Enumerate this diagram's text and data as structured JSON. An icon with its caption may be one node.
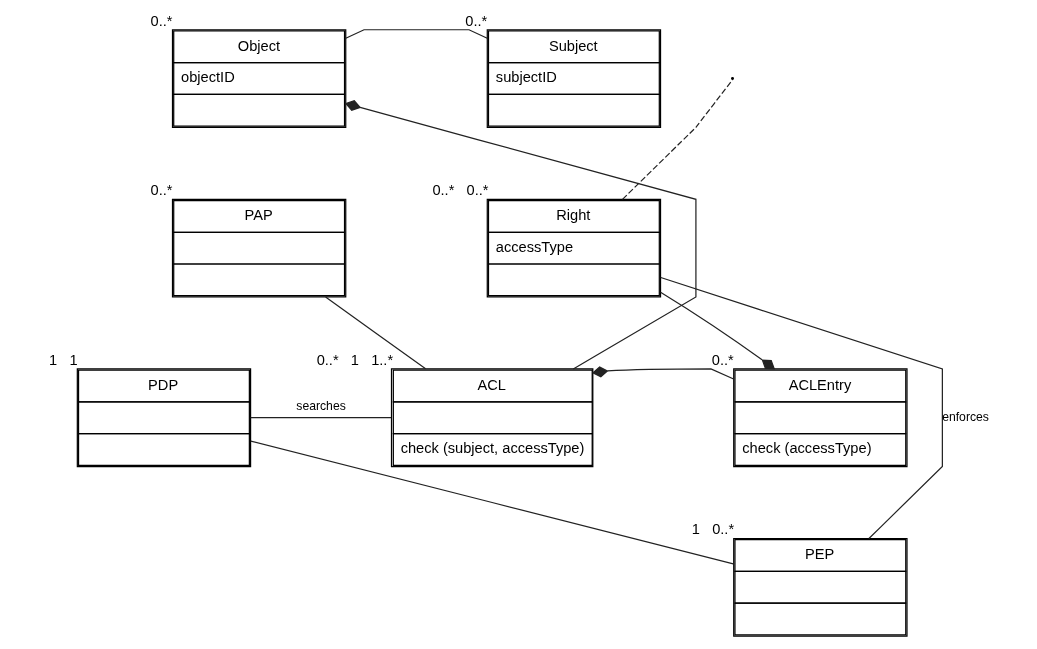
{
  "diagram": {
    "nodes": [
      {
        "text": [
          "Object",
          "objectID"
        ],
        "beside": [
          "0..*"
        ]
      },
      {
        "text": [
          "Subject",
          "subjectID"
        ],
        "beside": [
          "0..*"
        ]
      },
      {
        "text": [
          "PAP"
        ],
        "beside": [
          "0..*"
        ]
      },
      {
        "text": [
          "Right",
          "accessType"
        ],
        "beside": [
          "0..*",
          "0..*"
        ]
      },
      {
        "text": [
          "PDP"
        ],
        "beside": [
          "1",
          "1"
        ]
      },
      {
        "text": [
          "ACL",
          "check (subject, accessType)"
        ],
        "beside": [
          "0..*",
          "1",
          "1..*"
        ]
      },
      {
        "text": [
          "ACLEntry",
          "check (accessType)"
        ],
        "beside": [
          "0..*"
        ]
      },
      {
        "text": [
          "PEP"
        ],
        "beside": [
          "1",
          "0..*"
        ]
      }
    ],
    "edges": [
      {
        "from": 0,
        "to": 1,
        "arrow": "none"
      },
      {
        "from": 3,
        "to": null,
        "arrow": "none",
        "style": "dashed"
      },
      {
        "from": 5,
        "to": 0,
        "arrow": "other"
      },
      {
        "from": 2,
        "to": 5,
        "arrow": "none"
      },
      {
        "from": 4,
        "to": 5,
        "arrow": "none",
        "label": "searches"
      },
      {
        "from": 6,
        "to": 5,
        "arrow": "other"
      },
      {
        "from": 3,
        "to": 6,
        "arrow": "other"
      },
      {
        "from": 3,
        "to": 7,
        "arrow": "none",
        "label": "enforces"
      },
      {
        "from": 4,
        "to": 7,
        "arrow": "none"
      }
    ]
  }
}
